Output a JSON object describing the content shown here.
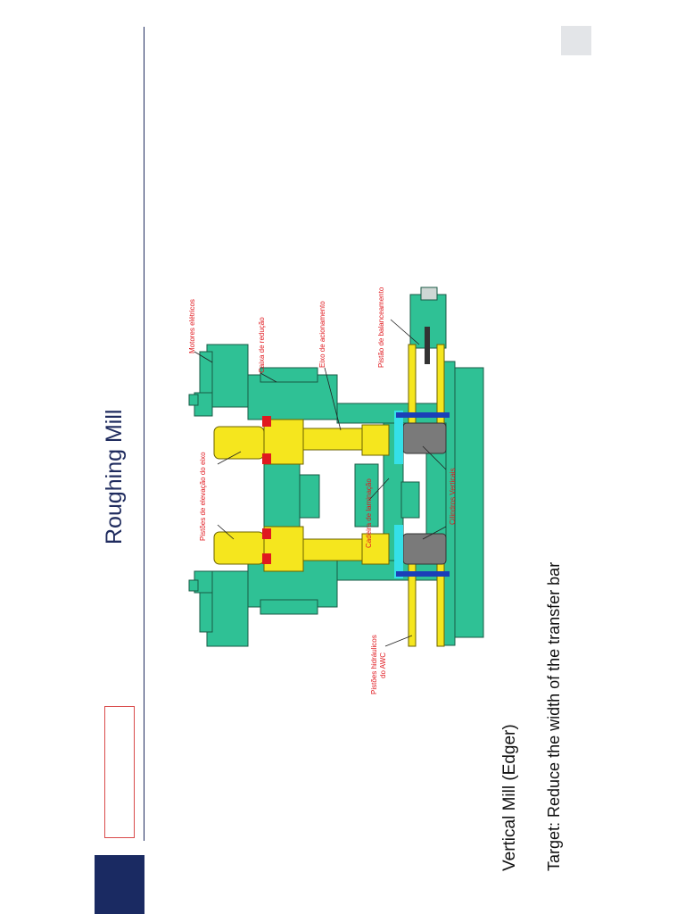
{
  "slide": {
    "title": "Roughing Mill",
    "subtitle_1": "Vertical Mill (Edger)",
    "subtitle_2": "Target: Reduce the width of the transfer bar"
  },
  "diagram": {
    "labels": {
      "motores": "Motores elétricos",
      "caixa": "Caixa de redução",
      "eixo_acionamento": "Eixo de acionamento",
      "pistao_balanceamento": "Pistão de balanceamento",
      "pistoes_elevacao": "Pistões de elevação do eixo",
      "cadeira": "Cadeira de laminação",
      "cilindros": "Cilindros Verticais",
      "pistoes_awc_1": "Pistões hidráulicos",
      "pistoes_awc_2": "do AWC"
    },
    "colors": {
      "machine_green": "#2fc195",
      "shaft_yellow": "#f5e61e",
      "accent_red": "#e0191f",
      "roll_grey": "#7a7a7a",
      "piston_blue": "#1b3fb8",
      "cyan": "#35e0e8",
      "navy": "#1a2a62"
    }
  }
}
